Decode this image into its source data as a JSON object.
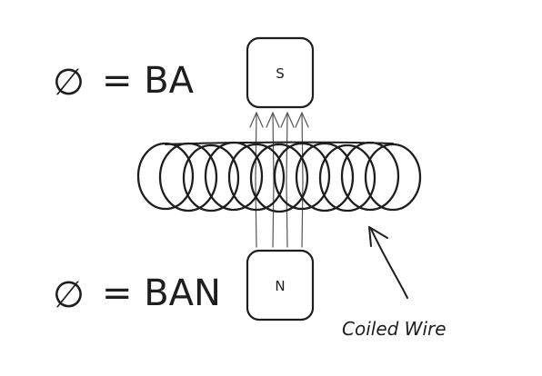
{
  "equations": {
    "top": {
      "symbol": "∅",
      "rest": "= BA"
    },
    "bottom": {
      "symbol": "∅",
      "rest": "= BAN"
    }
  },
  "magnets": {
    "top_pole": "S",
    "bottom_pole": "N"
  },
  "annotation": {
    "label": "Coiled Wire"
  },
  "colors": {
    "ink": "#1e1e1e",
    "field_lines": "#555555",
    "background": "#ffffff"
  }
}
